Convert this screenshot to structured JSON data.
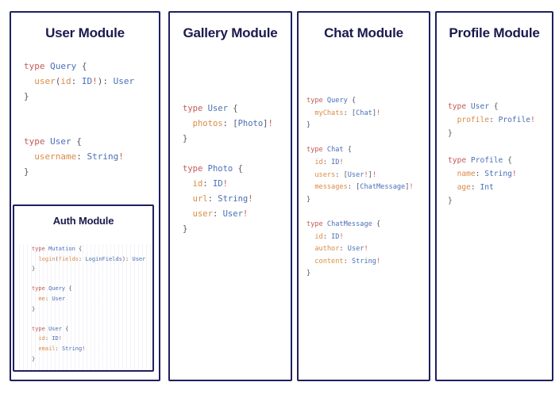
{
  "theme": {
    "background": "#ffffff",
    "card_border": "#1e2060",
    "title_color": "#1a1a4e",
    "code_keyword": "#c25b56",
    "code_typename": "#4a6fb5",
    "code_field": "#d98b45",
    "code_punctuation": "#555566"
  },
  "cards": [
    {
      "id": "user",
      "title": "User Module",
      "code_lines": [
        [
          {
            "t": "type",
            "c": "kw"
          },
          {
            "t": " ",
            "c": "pun"
          },
          {
            "t": "Query",
            "c": "type"
          },
          {
            "t": " {",
            "c": "pun"
          }
        ],
        [
          {
            "t": "  ",
            "c": "pun"
          },
          {
            "t": "user",
            "c": "fld"
          },
          {
            "t": "(",
            "c": "pun"
          },
          {
            "t": "id",
            "c": "fld"
          },
          {
            "t": ": ",
            "c": "pun"
          },
          {
            "t": "ID",
            "c": "type"
          },
          {
            "t": "!",
            "c": "bang"
          },
          {
            "t": "): ",
            "c": "pun"
          },
          {
            "t": "User",
            "c": "type"
          }
        ],
        [
          {
            "t": "}",
            "c": "pun"
          }
        ],
        [
          {
            "t": "",
            "c": "pun"
          }
        ],
        [
          {
            "t": "",
            "c": "pun"
          }
        ],
        [
          {
            "t": "type",
            "c": "kw"
          },
          {
            "t": " ",
            "c": "pun"
          },
          {
            "t": "User",
            "c": "type"
          },
          {
            "t": " {",
            "c": "pun"
          }
        ],
        [
          {
            "t": "  ",
            "c": "pun"
          },
          {
            "t": "username",
            "c": "fld"
          },
          {
            "t": ": ",
            "c": "pun"
          },
          {
            "t": "String",
            "c": "type"
          },
          {
            "t": "!",
            "c": "bang"
          }
        ],
        [
          {
            "t": "}",
            "c": "pun"
          }
        ]
      ],
      "nested": {
        "id": "auth",
        "title": "Auth Module",
        "code_lines": [
          [
            {
              "t": "type",
              "c": "kw"
            },
            {
              "t": " ",
              "c": "pun"
            },
            {
              "t": "Mutation",
              "c": "type"
            },
            {
              "t": " {",
              "c": "pun"
            }
          ],
          [
            {
              "t": "  ",
              "c": "pun"
            },
            {
              "t": "login",
              "c": "fld"
            },
            {
              "t": "(",
              "c": "pun"
            },
            {
              "t": "fields",
              "c": "fld"
            },
            {
              "t": ": ",
              "c": "pun"
            },
            {
              "t": "LoginFields",
              "c": "type"
            },
            {
              "t": "): ",
              "c": "pun"
            },
            {
              "t": "User",
              "c": "type"
            }
          ],
          [
            {
              "t": "}",
              "c": "pun"
            }
          ],
          [
            {
              "t": "",
              "c": "pun"
            }
          ],
          [
            {
              "t": "type",
              "c": "kw"
            },
            {
              "t": " ",
              "c": "pun"
            },
            {
              "t": "Query",
              "c": "type"
            },
            {
              "t": " {",
              "c": "pun"
            }
          ],
          [
            {
              "t": "  ",
              "c": "pun"
            },
            {
              "t": "me",
              "c": "fld"
            },
            {
              "t": ": ",
              "c": "pun"
            },
            {
              "t": "User",
              "c": "type"
            }
          ],
          [
            {
              "t": "}",
              "c": "pun"
            }
          ],
          [
            {
              "t": "",
              "c": "pun"
            }
          ],
          [
            {
              "t": "type",
              "c": "kw"
            },
            {
              "t": " ",
              "c": "pun"
            },
            {
              "t": "User",
              "c": "type"
            },
            {
              "t": " {",
              "c": "pun"
            }
          ],
          [
            {
              "t": "  ",
              "c": "pun"
            },
            {
              "t": "id",
              "c": "fld"
            },
            {
              "t": ": ",
              "c": "pun"
            },
            {
              "t": "ID",
              "c": "type"
            },
            {
              "t": "!",
              "c": "bang"
            }
          ],
          [
            {
              "t": "  ",
              "c": "pun"
            },
            {
              "t": "email",
              "c": "fld"
            },
            {
              "t": ": ",
              "c": "pun"
            },
            {
              "t": "String",
              "c": "type"
            },
            {
              "t": "!",
              "c": "bang"
            }
          ],
          [
            {
              "t": "}",
              "c": "pun"
            }
          ]
        ]
      }
    },
    {
      "id": "gallery",
      "title": "Gallery Module",
      "code_lines": [
        [
          {
            "t": "type",
            "c": "kw"
          },
          {
            "t": " ",
            "c": "pun"
          },
          {
            "t": "User",
            "c": "type"
          },
          {
            "t": " {",
            "c": "pun"
          }
        ],
        [
          {
            "t": "  ",
            "c": "pun"
          },
          {
            "t": "photos",
            "c": "fld"
          },
          {
            "t": ": [",
            "c": "pun"
          },
          {
            "t": "Photo",
            "c": "type"
          },
          {
            "t": "]",
            "c": "pun"
          },
          {
            "t": "!",
            "c": "bang"
          }
        ],
        [
          {
            "t": "}",
            "c": "pun"
          }
        ],
        [
          {
            "t": "",
            "c": "pun"
          }
        ],
        [
          {
            "t": "type",
            "c": "kw"
          },
          {
            "t": " ",
            "c": "pun"
          },
          {
            "t": "Photo",
            "c": "type"
          },
          {
            "t": " {",
            "c": "pun"
          }
        ],
        [
          {
            "t": "  ",
            "c": "pun"
          },
          {
            "t": "id",
            "c": "fld"
          },
          {
            "t": ": ",
            "c": "pun"
          },
          {
            "t": "ID",
            "c": "type"
          },
          {
            "t": "!",
            "c": "bang"
          }
        ],
        [
          {
            "t": "  ",
            "c": "pun"
          },
          {
            "t": "url",
            "c": "fld"
          },
          {
            "t": ": ",
            "c": "pun"
          },
          {
            "t": "String",
            "c": "type"
          },
          {
            "t": "!",
            "c": "bang"
          }
        ],
        [
          {
            "t": "  ",
            "c": "pun"
          },
          {
            "t": "user",
            "c": "fld"
          },
          {
            "t": ": ",
            "c": "pun"
          },
          {
            "t": "User",
            "c": "type"
          },
          {
            "t": "!",
            "c": "bang"
          }
        ],
        [
          {
            "t": "}",
            "c": "pun"
          }
        ]
      ]
    },
    {
      "id": "chat",
      "title": "Chat Module",
      "code_lines": [
        [
          {
            "t": "type",
            "c": "kw"
          },
          {
            "t": " ",
            "c": "pun"
          },
          {
            "t": "Query",
            "c": "type"
          },
          {
            "t": " {",
            "c": "pun"
          }
        ],
        [
          {
            "t": "  ",
            "c": "pun"
          },
          {
            "t": "myChats",
            "c": "fld"
          },
          {
            "t": ": [",
            "c": "pun"
          },
          {
            "t": "Chat",
            "c": "type"
          },
          {
            "t": "]",
            "c": "pun"
          },
          {
            "t": "!",
            "c": "bang"
          }
        ],
        [
          {
            "t": "}",
            "c": "pun"
          }
        ],
        [
          {
            "t": "",
            "c": "pun"
          }
        ],
        [
          {
            "t": "type",
            "c": "kw"
          },
          {
            "t": " ",
            "c": "pun"
          },
          {
            "t": "Chat",
            "c": "type"
          },
          {
            "t": " {",
            "c": "pun"
          }
        ],
        [
          {
            "t": "  ",
            "c": "pun"
          },
          {
            "t": "id",
            "c": "fld"
          },
          {
            "t": ": ",
            "c": "pun"
          },
          {
            "t": "ID",
            "c": "type"
          },
          {
            "t": "!",
            "c": "bang"
          }
        ],
        [
          {
            "t": "  ",
            "c": "pun"
          },
          {
            "t": "users",
            "c": "fld"
          },
          {
            "t": ": [",
            "c": "pun"
          },
          {
            "t": "User",
            "c": "type"
          },
          {
            "t": "!",
            "c": "bang"
          },
          {
            "t": "]",
            "c": "pun"
          },
          {
            "t": "!",
            "c": "bang"
          }
        ],
        [
          {
            "t": "  ",
            "c": "pun"
          },
          {
            "t": "messages",
            "c": "fld"
          },
          {
            "t": ": [",
            "c": "pun"
          },
          {
            "t": "ChatMessage",
            "c": "type"
          },
          {
            "t": "]",
            "c": "pun"
          },
          {
            "t": "!",
            "c": "bang"
          }
        ],
        [
          {
            "t": "}",
            "c": "pun"
          }
        ],
        [
          {
            "t": "",
            "c": "pun"
          }
        ],
        [
          {
            "t": "type",
            "c": "kw"
          },
          {
            "t": " ",
            "c": "pun"
          },
          {
            "t": "ChatMessage",
            "c": "type"
          },
          {
            "t": " {",
            "c": "pun"
          }
        ],
        [
          {
            "t": "  ",
            "c": "pun"
          },
          {
            "t": "id",
            "c": "fld"
          },
          {
            "t": ": ",
            "c": "pun"
          },
          {
            "t": "ID",
            "c": "type"
          },
          {
            "t": "!",
            "c": "bang"
          }
        ],
        [
          {
            "t": "  ",
            "c": "pun"
          },
          {
            "t": "author",
            "c": "fld"
          },
          {
            "t": ": ",
            "c": "pun"
          },
          {
            "t": "User",
            "c": "type"
          },
          {
            "t": "!",
            "c": "bang"
          }
        ],
        [
          {
            "t": "  ",
            "c": "pun"
          },
          {
            "t": "content",
            "c": "fld"
          },
          {
            "t": ": ",
            "c": "pun"
          },
          {
            "t": "String",
            "c": "type"
          },
          {
            "t": "!",
            "c": "bang"
          }
        ],
        [
          {
            "t": "}",
            "c": "pun"
          }
        ]
      ]
    },
    {
      "id": "profile",
      "title": "Profile Module",
      "code_lines": [
        [
          {
            "t": "type",
            "c": "kw"
          },
          {
            "t": " ",
            "c": "pun"
          },
          {
            "t": "User",
            "c": "type"
          },
          {
            "t": " {",
            "c": "pun"
          }
        ],
        [
          {
            "t": "  ",
            "c": "pun"
          },
          {
            "t": "profile",
            "c": "fld"
          },
          {
            "t": ": ",
            "c": "pun"
          },
          {
            "t": "Profile",
            "c": "type"
          },
          {
            "t": "!",
            "c": "bang"
          }
        ],
        [
          {
            "t": "}",
            "c": "pun"
          }
        ],
        [
          {
            "t": "",
            "c": "pun"
          }
        ],
        [
          {
            "t": "type",
            "c": "kw"
          },
          {
            "t": " ",
            "c": "pun"
          },
          {
            "t": "Profile",
            "c": "type"
          },
          {
            "t": " {",
            "c": "pun"
          }
        ],
        [
          {
            "t": "  ",
            "c": "pun"
          },
          {
            "t": "name",
            "c": "fld"
          },
          {
            "t": ": ",
            "c": "pun"
          },
          {
            "t": "String",
            "c": "type"
          },
          {
            "t": "!",
            "c": "bang"
          }
        ],
        [
          {
            "t": "  ",
            "c": "pun"
          },
          {
            "t": "age",
            "c": "fld"
          },
          {
            "t": ": ",
            "c": "pun"
          },
          {
            "t": "Int",
            "c": "type"
          }
        ],
        [
          {
            "t": "}",
            "c": "pun"
          }
        ]
      ]
    }
  ]
}
